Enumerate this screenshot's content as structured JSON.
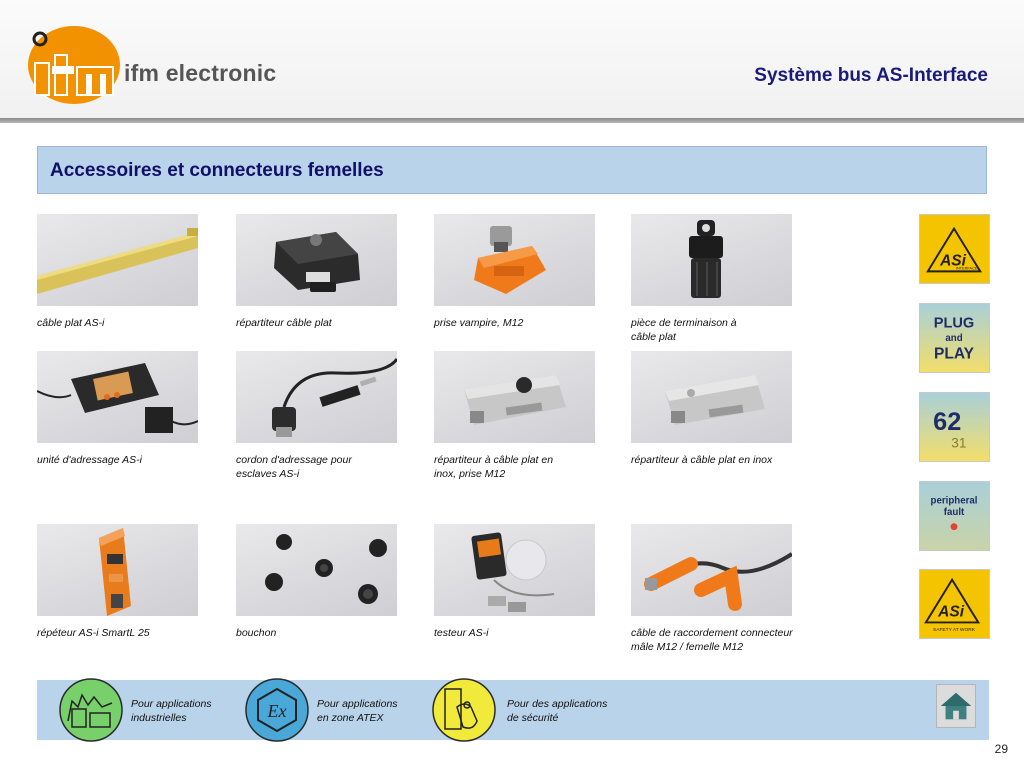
{
  "header": {
    "company_name": "ifm electronic",
    "document_title": "Système bus AS-Interface",
    "logo_text": "ifm"
  },
  "section": {
    "title": "Accessoires et connecteurs femelles"
  },
  "products": [
    {
      "caption_line1": "câble plat AS-i",
      "caption_line2": ""
    },
    {
      "caption_line1": "répartiteur câble plat",
      "caption_line2": ""
    },
    {
      "caption_line1": "prise vampire, M12",
      "caption_line2": ""
    },
    {
      "caption_line1": "pièce de terminaison à",
      "caption_line2": "câble plat"
    },
    {
      "caption_line1": "unité d'adressage AS-i",
      "caption_line2": ""
    },
    {
      "caption_line1": "cordon d'adressage pour",
      "caption_line2": "esclaves AS-i"
    },
    {
      "caption_line1": "répartiteur à câble plat en",
      "caption_line2": "inox, prise M12"
    },
    {
      "caption_line1": "répartiteur à câble plat en inox",
      "caption_line2": ""
    },
    {
      "caption_line1": "répéteur AS-i SmartL 25",
      "caption_line2": ""
    },
    {
      "caption_line1": "bouchon",
      "caption_line2": ""
    },
    {
      "caption_line1": "testeur AS-i",
      "caption_line2": ""
    },
    {
      "caption_line1": "câble de raccordement connecteur",
      "caption_line2": "mâle M12 / femelle M12"
    }
  ],
  "badges": {
    "asi_interface": {
      "text": "ASi",
      "subtext": "INTERFACE"
    },
    "plug_and_play": {
      "line1": "PLUG",
      "line2": "and",
      "line3": "PLAY"
    },
    "addresses": {
      "big": "62",
      "small": "31"
    },
    "peripheral_fault": {
      "line1": "peripheral",
      "line2": "fault"
    },
    "asi_safety": {
      "text": "ASi",
      "subtext": "SAFETY AT WORK"
    }
  },
  "footer": {
    "industrial": {
      "line1": "Pour applications",
      "line2": "industrielles"
    },
    "atex": {
      "line1": "Pour applications",
      "line2": "en zone ATEX",
      "icon_text": "Ex"
    },
    "safety": {
      "line1": "Pour des applications",
      "line2": "de sécurité"
    }
  },
  "page_number": "29",
  "colors": {
    "title_navy": "#1a1a7a",
    "section_blue": "#b9d3ea",
    "ifm_orange": "#f39200",
    "asi_yellow": "#f5c400",
    "cable_orange": "#f07a1a"
  }
}
